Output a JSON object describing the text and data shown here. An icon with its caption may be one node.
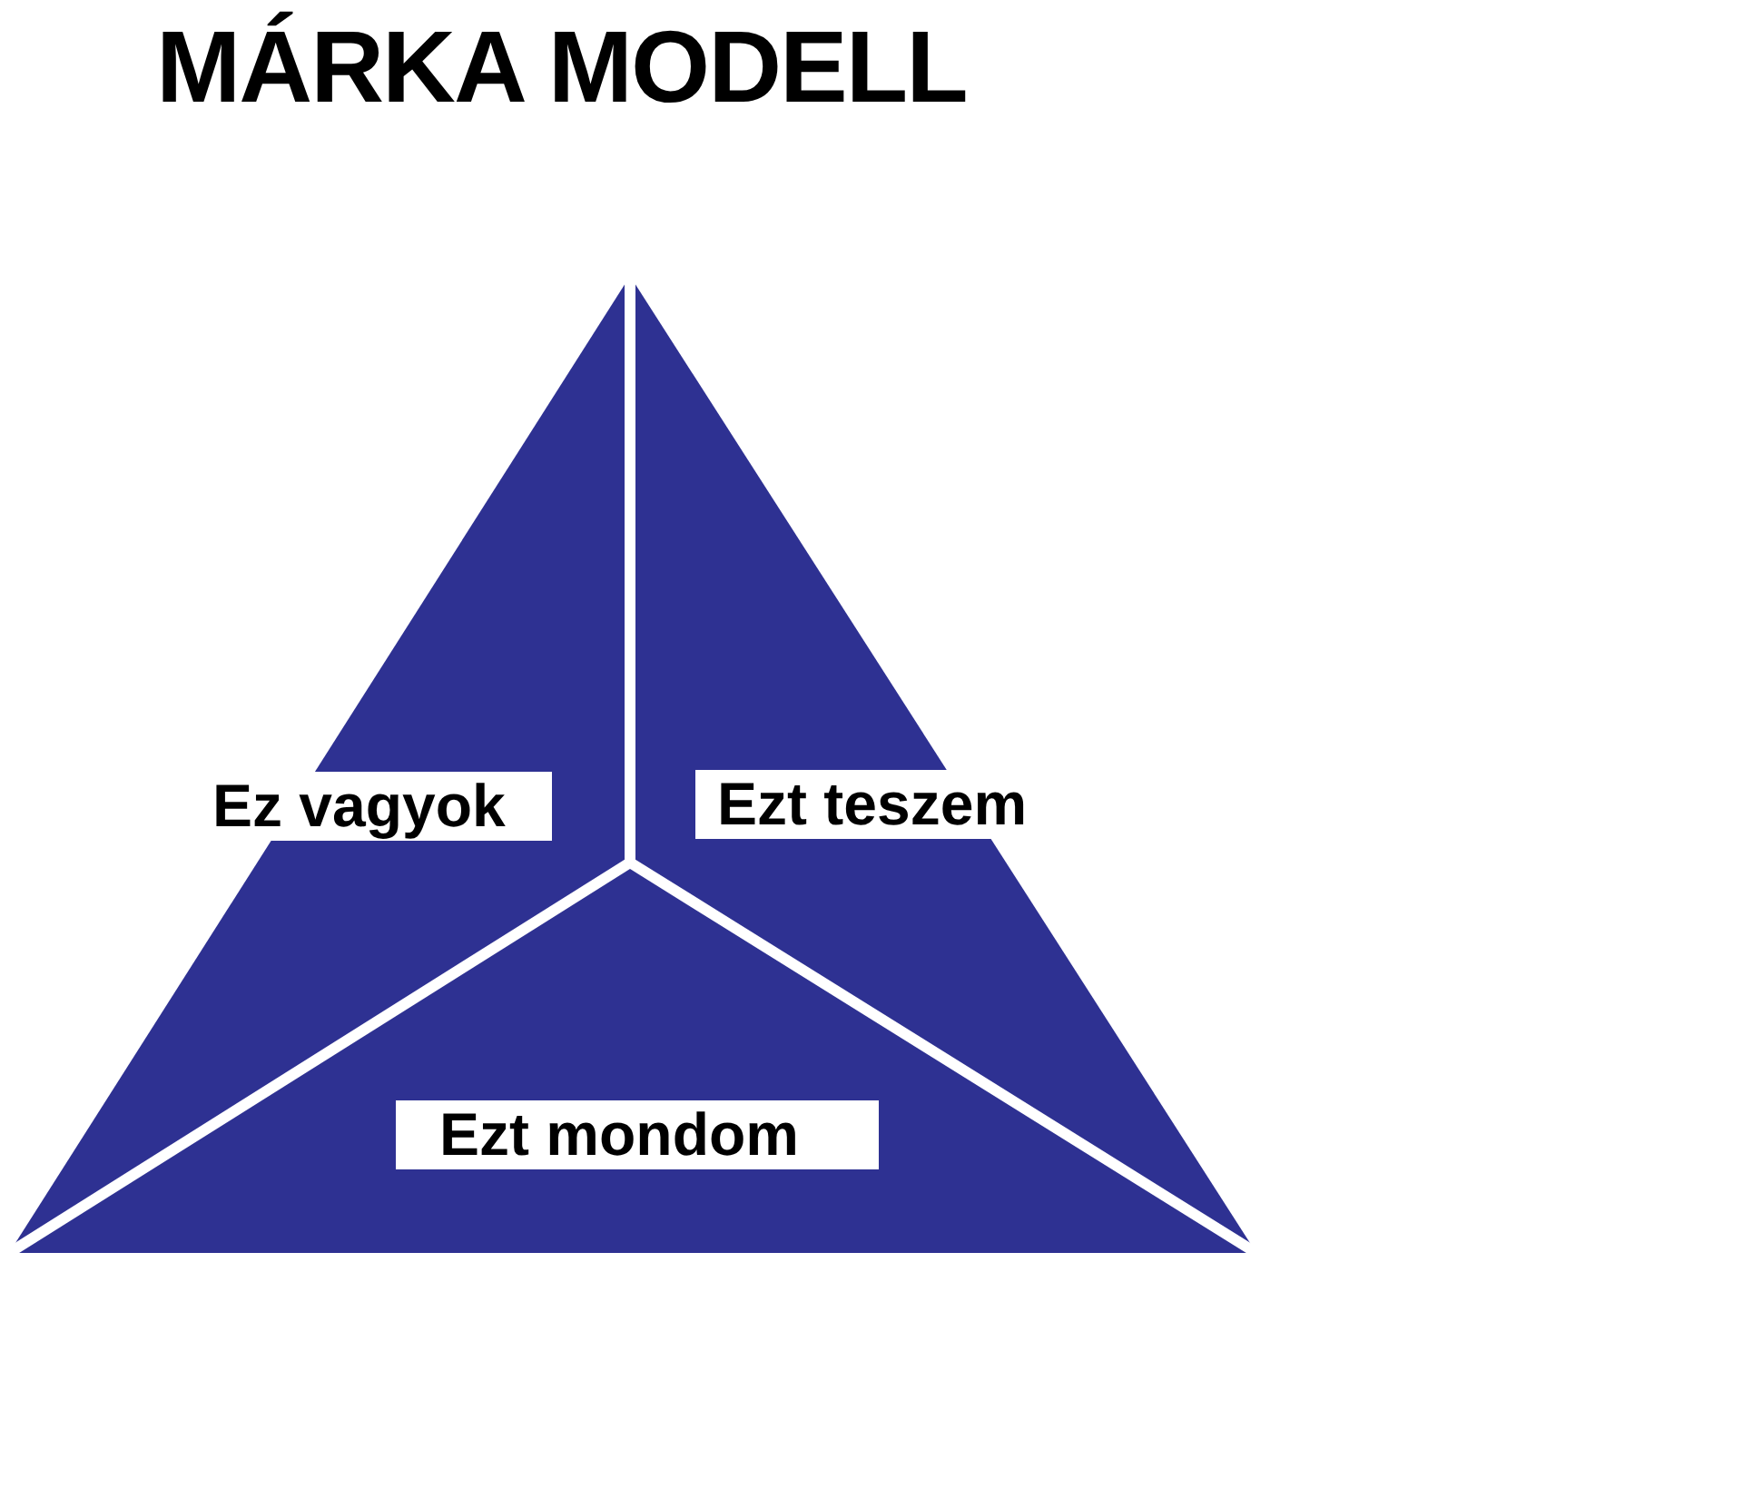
{
  "diagram": {
    "title": "MÁRKA MODELL",
    "nodes": [
      {
        "text": [
          "Ez vagyok"
        ]
      },
      {
        "text": [
          "Ezt teszem"
        ]
      },
      {
        "text": [
          "Ezt mondom"
        ]
      }
    ]
  }
}
